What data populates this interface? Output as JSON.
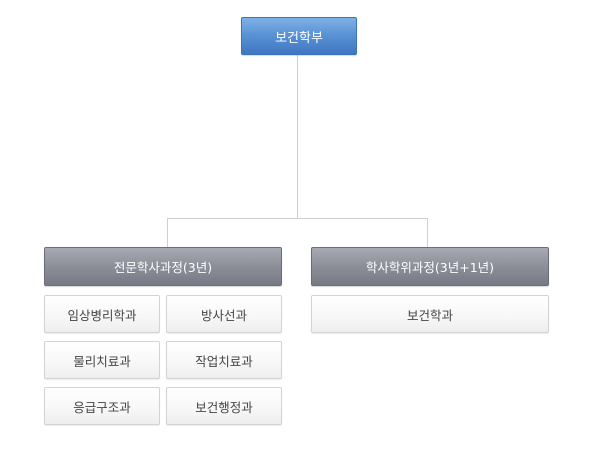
{
  "root": {
    "label": "보건학부"
  },
  "branches": [
    {
      "label": "전문학사과정(3년)",
      "departments": [
        "임상병리학과",
        "방사선과",
        "물리치료과",
        "작업치료과",
        "응급구조과",
        "보건행정과"
      ]
    },
    {
      "label": "학사학위과정(3년+1년)",
      "departments": [
        "보건학과"
      ]
    }
  ]
}
